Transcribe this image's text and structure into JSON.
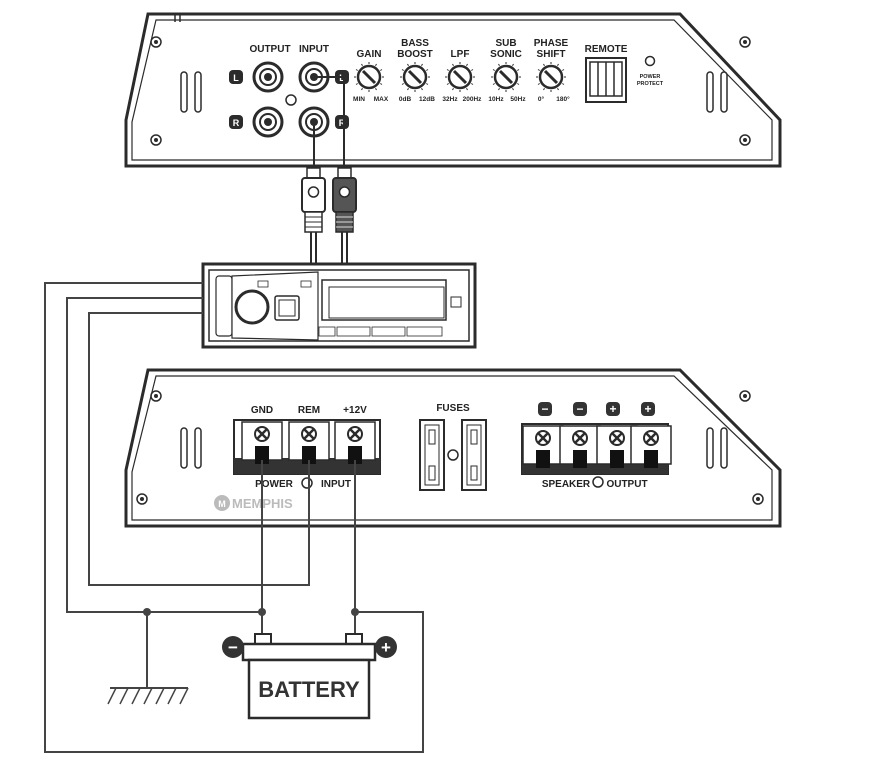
{
  "top_amp": {
    "output_label": "OUTPUT",
    "input_label": "INPUT",
    "left_badge": "L",
    "right_badge": "R",
    "knobs": [
      {
        "name": "GAIN",
        "line2": "",
        "min": "MIN",
        "max": "MAX"
      },
      {
        "name": "BASS",
        "line2": "BOOST",
        "min": "0dB",
        "max": "12dB"
      },
      {
        "name": "LPF",
        "line2": "",
        "min": "32Hz",
        "max": "200Hz"
      },
      {
        "name": "SUB",
        "line2": "SONIC",
        "min": "10Hz",
        "max": "50Hz"
      },
      {
        "name": "PHASE",
        "line2": "SHIFT",
        "min": "0°",
        "max": "180°"
      }
    ],
    "remote_label": "REMOTE",
    "power_protect_line1": "POWER",
    "power_protect_line2": "PROTECT"
  },
  "bottom_amp": {
    "gnd_label": "GND",
    "rem_label": "REM",
    "v12_label": "+12V",
    "power_label": "POWER",
    "input_label": "INPUT",
    "fuses_label": "FUSES",
    "speaker_label": "SPEAKER",
    "output_label": "OUTPUT",
    "brand": "MEMPHIS",
    "speaker_polarity": [
      "−",
      "−",
      "+",
      "+"
    ]
  },
  "battery": {
    "label": "BATTERY",
    "neg": "−",
    "pos": "+"
  },
  "colors": {
    "line": "#2b2b2b",
    "wire": "#444444",
    "fill": "#ffffff",
    "terminal_dark": "#333333"
  }
}
